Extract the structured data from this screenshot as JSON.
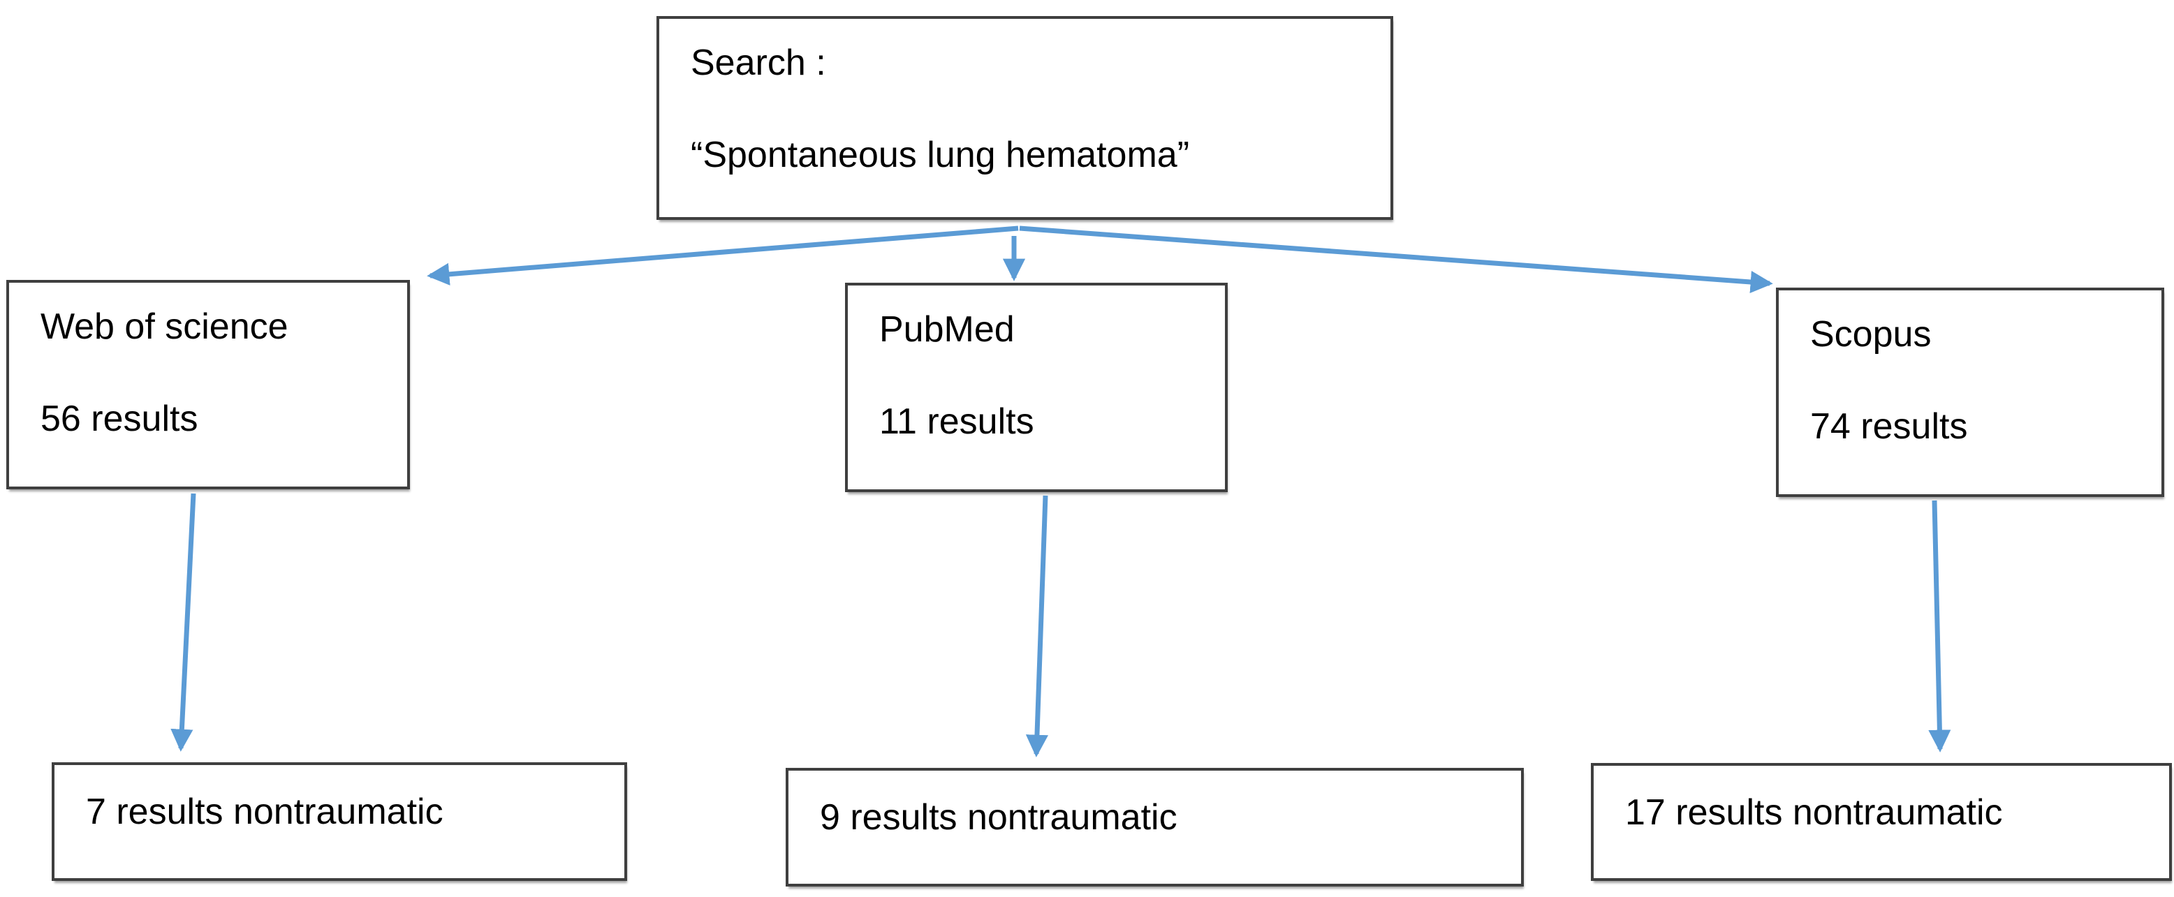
{
  "flowchart": {
    "search": {
      "label": "Search :",
      "query": "“Spontaneous lung hematoma”"
    },
    "sources": [
      {
        "name": "Web of science",
        "results": "56 results",
        "filtered": "7 results nontraumatic"
      },
      {
        "name": "PubMed",
        "results": "11 results",
        "filtered": "9 results nontraumatic"
      },
      {
        "name": "Scopus",
        "results": "74 results",
        "filtered": "17 results nontraumatic"
      }
    ],
    "colors": {
      "arrow": "#5B9BD5",
      "box_border": "#3F3F3F",
      "text": "#000000",
      "background": "#FFFFFF"
    }
  }
}
